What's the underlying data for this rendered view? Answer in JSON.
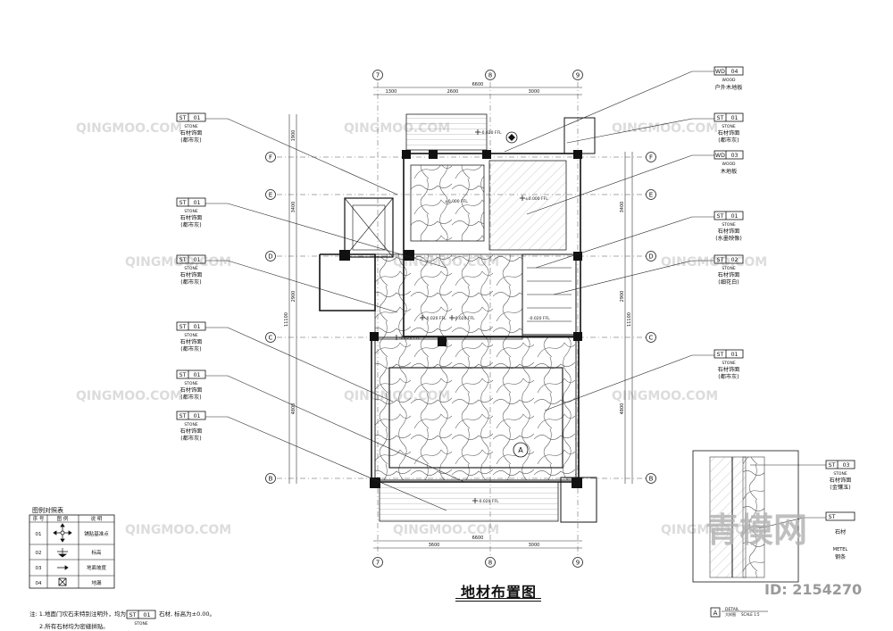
{
  "drawing_title": "地材布置图",
  "grid_labels": {
    "top": [
      "7",
      "8",
      "9"
    ],
    "bottom": [
      "7",
      "8",
      "9"
    ],
    "left": [
      "F",
      "E",
      "D",
      "C",
      "B"
    ],
    "right": [
      "F",
      "E",
      "D",
      "C",
      "B"
    ]
  },
  "dimensions": {
    "top_total": "6600",
    "top_parts": [
      "1300",
      "2600",
      "3000"
    ],
    "bottom_total": "6600",
    "bottom_parts": [
      "3600",
      "3000"
    ],
    "left_total": "11100",
    "left_parts": [
      "1900",
      "3400",
      "2900",
      "4800"
    ],
    "right_total": "11100",
    "right_parts": [
      "3400",
      "2900",
      "4800"
    ]
  },
  "left_tags": [
    {
      "code": "ST",
      "num": "01",
      "type": "STONE",
      "name": "石材饰面",
      "desc": "(都市灰)"
    },
    {
      "code": "ST",
      "num": "01",
      "type": "STONE",
      "name": "石材饰面",
      "desc": "(都市灰)"
    },
    {
      "code": "ST",
      "num": "01",
      "type": "STONE",
      "name": "石材饰面",
      "desc": "(都市灰)"
    },
    {
      "code": "ST",
      "num": "01",
      "type": "STONE",
      "name": "石材饰面",
      "desc": "(都市灰)"
    },
    {
      "code": "ST",
      "num": "01",
      "type": "STONE",
      "name": "石材饰面",
      "desc": "(都市灰)"
    },
    {
      "code": "ST",
      "num": "01",
      "type": "STONE",
      "name": "石材饰面",
      "desc": "(都市灰)"
    }
  ],
  "right_tags": [
    {
      "code": "WD",
      "num": "04",
      "type": "WOOD",
      "name": "户外木地板",
      "desc": ""
    },
    {
      "code": "ST",
      "num": "01",
      "type": "STONE",
      "name": "石材饰面",
      "desc": "(都市灰)"
    },
    {
      "code": "WD",
      "num": "03",
      "type": "WOOD",
      "name": "木地板",
      "desc": ""
    },
    {
      "code": "ST",
      "num": "01",
      "type": "STONE",
      "name": "石材饰面",
      "desc": "(水墨映像)"
    },
    {
      "code": "ST",
      "num": "02",
      "type": "STONE",
      "name": "石材饰面",
      "desc": "(细花白)"
    },
    {
      "code": "ST",
      "num": "01",
      "type": "STONE",
      "name": "石材饰面",
      "desc": "(都市灰)"
    }
  ],
  "detail_tags": [
    {
      "code": "ST",
      "num": "03",
      "type": "STONE",
      "name": "石材饰面",
      "desc": "(金镶玉)"
    },
    {
      "code": "ST",
      "num": "",
      "type": "",
      "name": "石材",
      "desc": ""
    }
  ],
  "detail_label": {
    "letter": "A",
    "word": "DETAIL",
    "sub": "大样图",
    "scale": "SCALE 1:5",
    "metal": "METEL",
    "metal_cn": "钢条"
  },
  "legend": {
    "title": "图例对照表",
    "headers": [
      "序 号",
      "图 例",
      "说 明"
    ],
    "rows": [
      {
        "no": "01",
        "desc": "铺贴基准点"
      },
      {
        "no": "02",
        "desc": "标高"
      },
      {
        "no": "03",
        "desc": "地面坡度"
      },
      {
        "no": "04",
        "desc": "地漏"
      }
    ]
  },
  "notes": {
    "n1_prefix": "注: 1.地面门坎石未特别注明外，均为",
    "n1_code": "ST",
    "n1_num": "01",
    "n1_type": "STONE",
    "n1_suffix": "石材, 标高为±0.00。",
    "n2": "2.所有石材均为密缝拼贴。"
  },
  "elevations": [
    "-0.020 FFL",
    "±0.000 FFL",
    "±0.000 FFL",
    "-0.020 FFL",
    "-0.020 FFL",
    "-0.020 FFL",
    "-0.020 FFL",
    "-0.020 FFL"
  ],
  "watermarks": {
    "brand": "QINGMOO.COM",
    "brand_cn": "青模",
    "logo_text": "青模网",
    "id_text": "ID: 2154270"
  }
}
